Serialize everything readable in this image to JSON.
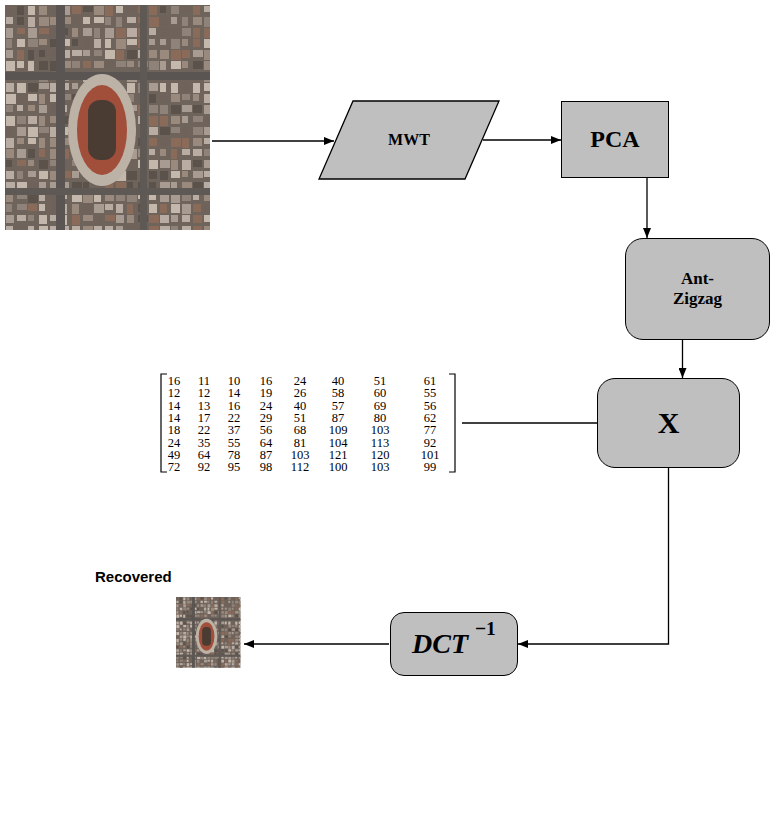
{
  "diagram": {
    "nodes": [
      {
        "text": [
          "MWT"
        ]
      },
      {
        "text": [
          "PCA"
        ]
      },
      {
        "text": [
          "Ant- Zigzag"
        ]
      },
      {
        "text": [
          "X"
        ]
      },
      {
        "text": [
          "DCT",
          "−1"
        ]
      }
    ],
    "edges": [
      {
        "from": 0,
        "to": 1,
        "arrow": "to"
      },
      {
        "from": 1,
        "to": 2,
        "arrow": "to"
      },
      {
        "from": 2,
        "to": 3,
        "arrow": "to"
      },
      {
        "from": 3,
        "to": 4,
        "arrow": "to"
      }
    ],
    "labels": [
      "16",
      "11",
      "10",
      "16",
      "24",
      "40",
      "51",
      "61",
      "12",
      "12",
      "14",
      "19",
      "26",
      "58",
      "60",
      "55",
      "14",
      "13",
      "16",
      "24",
      "40",
      "57",
      "69",
      "56",
      "14",
      "17",
      "22",
      "29",
      "51",
      "87",
      "80",
      "62",
      "18",
      "22",
      "37",
      "56",
      "68",
      "109",
      "103",
      "77",
      "24",
      "35",
      "55",
      "64",
      "81",
      "104",
      "113",
      "92",
      "49",
      "64",
      "78",
      "87",
      "103",
      "121",
      "120",
      "101",
      "72",
      "92",
      "95",
      "98",
      "112",
      "100",
      "103",
      "99",
      "Recovered"
    ]
  }
}
